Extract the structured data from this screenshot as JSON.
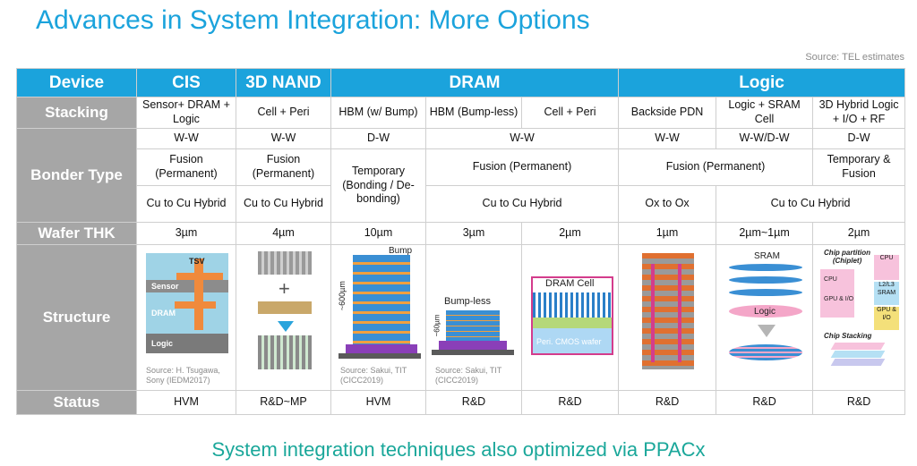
{
  "title": "Advances in System Integration: More Options",
  "source_top": "Source: TEL estimates",
  "subtitle": "System integration techniques also optimized via PPACx",
  "headers": {
    "device": "Device",
    "cis": "CIS",
    "nand": "3D NAND",
    "dram": "DRAM",
    "logic": "Logic"
  },
  "rows": {
    "stacking": "Stacking",
    "bonder_type": "Bonder Type",
    "wafer_thk": "Wafer THK",
    "structure": "Structure",
    "status": "Status"
  },
  "stacking": {
    "cis": "Sensor+ DRAM + Logic",
    "nand": "Cell + Peri",
    "hbm_bump": "HBM (w/ Bump)",
    "hbm_bumpless": "HBM (Bump-less)",
    "dram_cellperi": "Cell + Peri",
    "backside": "Backside PDN",
    "logic_sram": "Logic + SRAM Cell",
    "hybrid3d": "3D Hybrid Logic + I/O + RF"
  },
  "bonder": {
    "ww": "W-W",
    "dw": "D-W",
    "wwdw": "W-W/D-W",
    "fusion_perm": "Fusion (Permanent)",
    "temporary": "Temporary (Bonding / De-bonding)",
    "temp_fusion": "Temporary & Fusion",
    "cu_hybrid": "Cu to Cu Hybrid",
    "ox_to_ox": "Ox to Ox"
  },
  "wafer_thk": {
    "cis": "3µm",
    "nand": "4µm",
    "hbm_bump": "10µm",
    "hbm_bumpless": "3µm",
    "dram_cellperi": "2µm",
    "backside": "1µm",
    "logic_sram": "2µm~1µm",
    "hybrid3d": "2µm"
  },
  "structure": {
    "cis": {
      "tsv": "TSV",
      "sensor": "Sensor",
      "dram": "DRAM",
      "logic": "Logic",
      "source": "Source: H. Tsugawa, Sony (IEDM2017)"
    },
    "nand": {
      "plus": "+"
    },
    "hbm_bump": {
      "bump": "Bump",
      "dim": "~600µm",
      "source": "Source: Sakui, TIT (CICC2019)"
    },
    "hbm_bumpless": {
      "label": "Bump-less",
      "dim": "~60µm",
      "source": "Source: Sakui, TIT (CICC2019)"
    },
    "dram_cellperi": {
      "cell": "DRAM Cell",
      "peri": "Peri. CMOS wafer"
    },
    "logic_sram": {
      "sram": "SRAM",
      "logic": "Logic"
    },
    "hybrid3d": {
      "partition": "Chip partition (Chiplet)",
      "cpu": "CPU",
      "l2l3": "L2/L3 SRAM",
      "gpu": "GPU & I/O",
      "stacking": "Chip Stacking"
    }
  },
  "status": {
    "cis": "HVM",
    "nand": "R&D~MP",
    "hbm_bump": "HVM",
    "hbm_bumpless": "R&D",
    "dram_cellperi": "R&D",
    "backside": "R&D",
    "logic_sram": "R&D",
    "hybrid3d": "R&D"
  },
  "colors": {
    "title": "#1ba3dc",
    "header": "#1ba3dc",
    "row_label": "#a6a6a6",
    "subtitle": "#1aa79a"
  }
}
